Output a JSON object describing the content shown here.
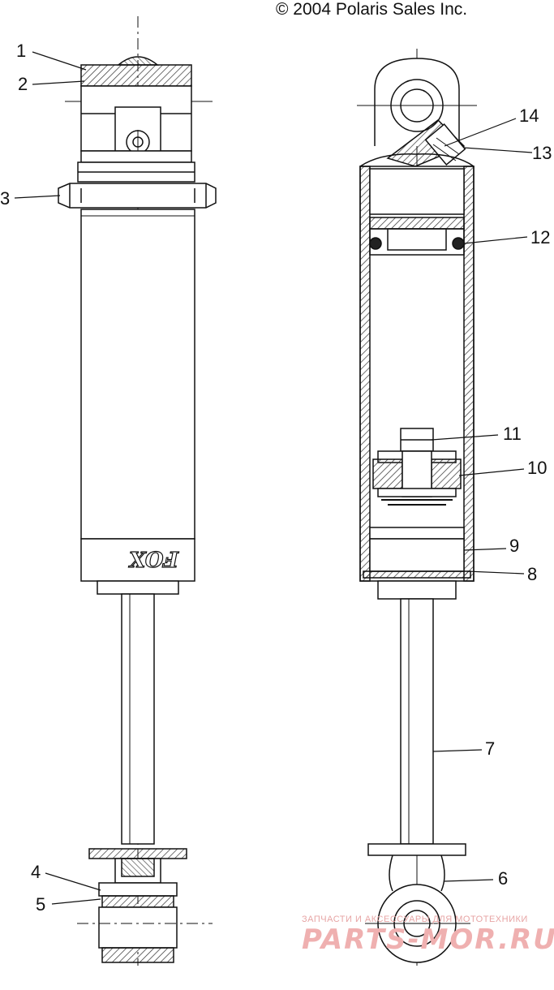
{
  "header": {
    "copyright": "© 2004 Polaris Sales Inc."
  },
  "callouts": [
    "1",
    "2",
    "3",
    "4",
    "5",
    "6",
    "7",
    "8",
    "9",
    "10",
    "11",
    "12",
    "13",
    "14"
  ],
  "watermark": {
    "caption": "ЗАПЧАСТИ И АКСЕССУАРЫ ДЛЯ МОТОТЕХНИКИ",
    "brand": "PARTS-MOR.RU"
  },
  "colors": {
    "line": "#111111",
    "hatch": "#333333",
    "watermark": "#e8a0a0"
  },
  "logo_text": "FOX"
}
